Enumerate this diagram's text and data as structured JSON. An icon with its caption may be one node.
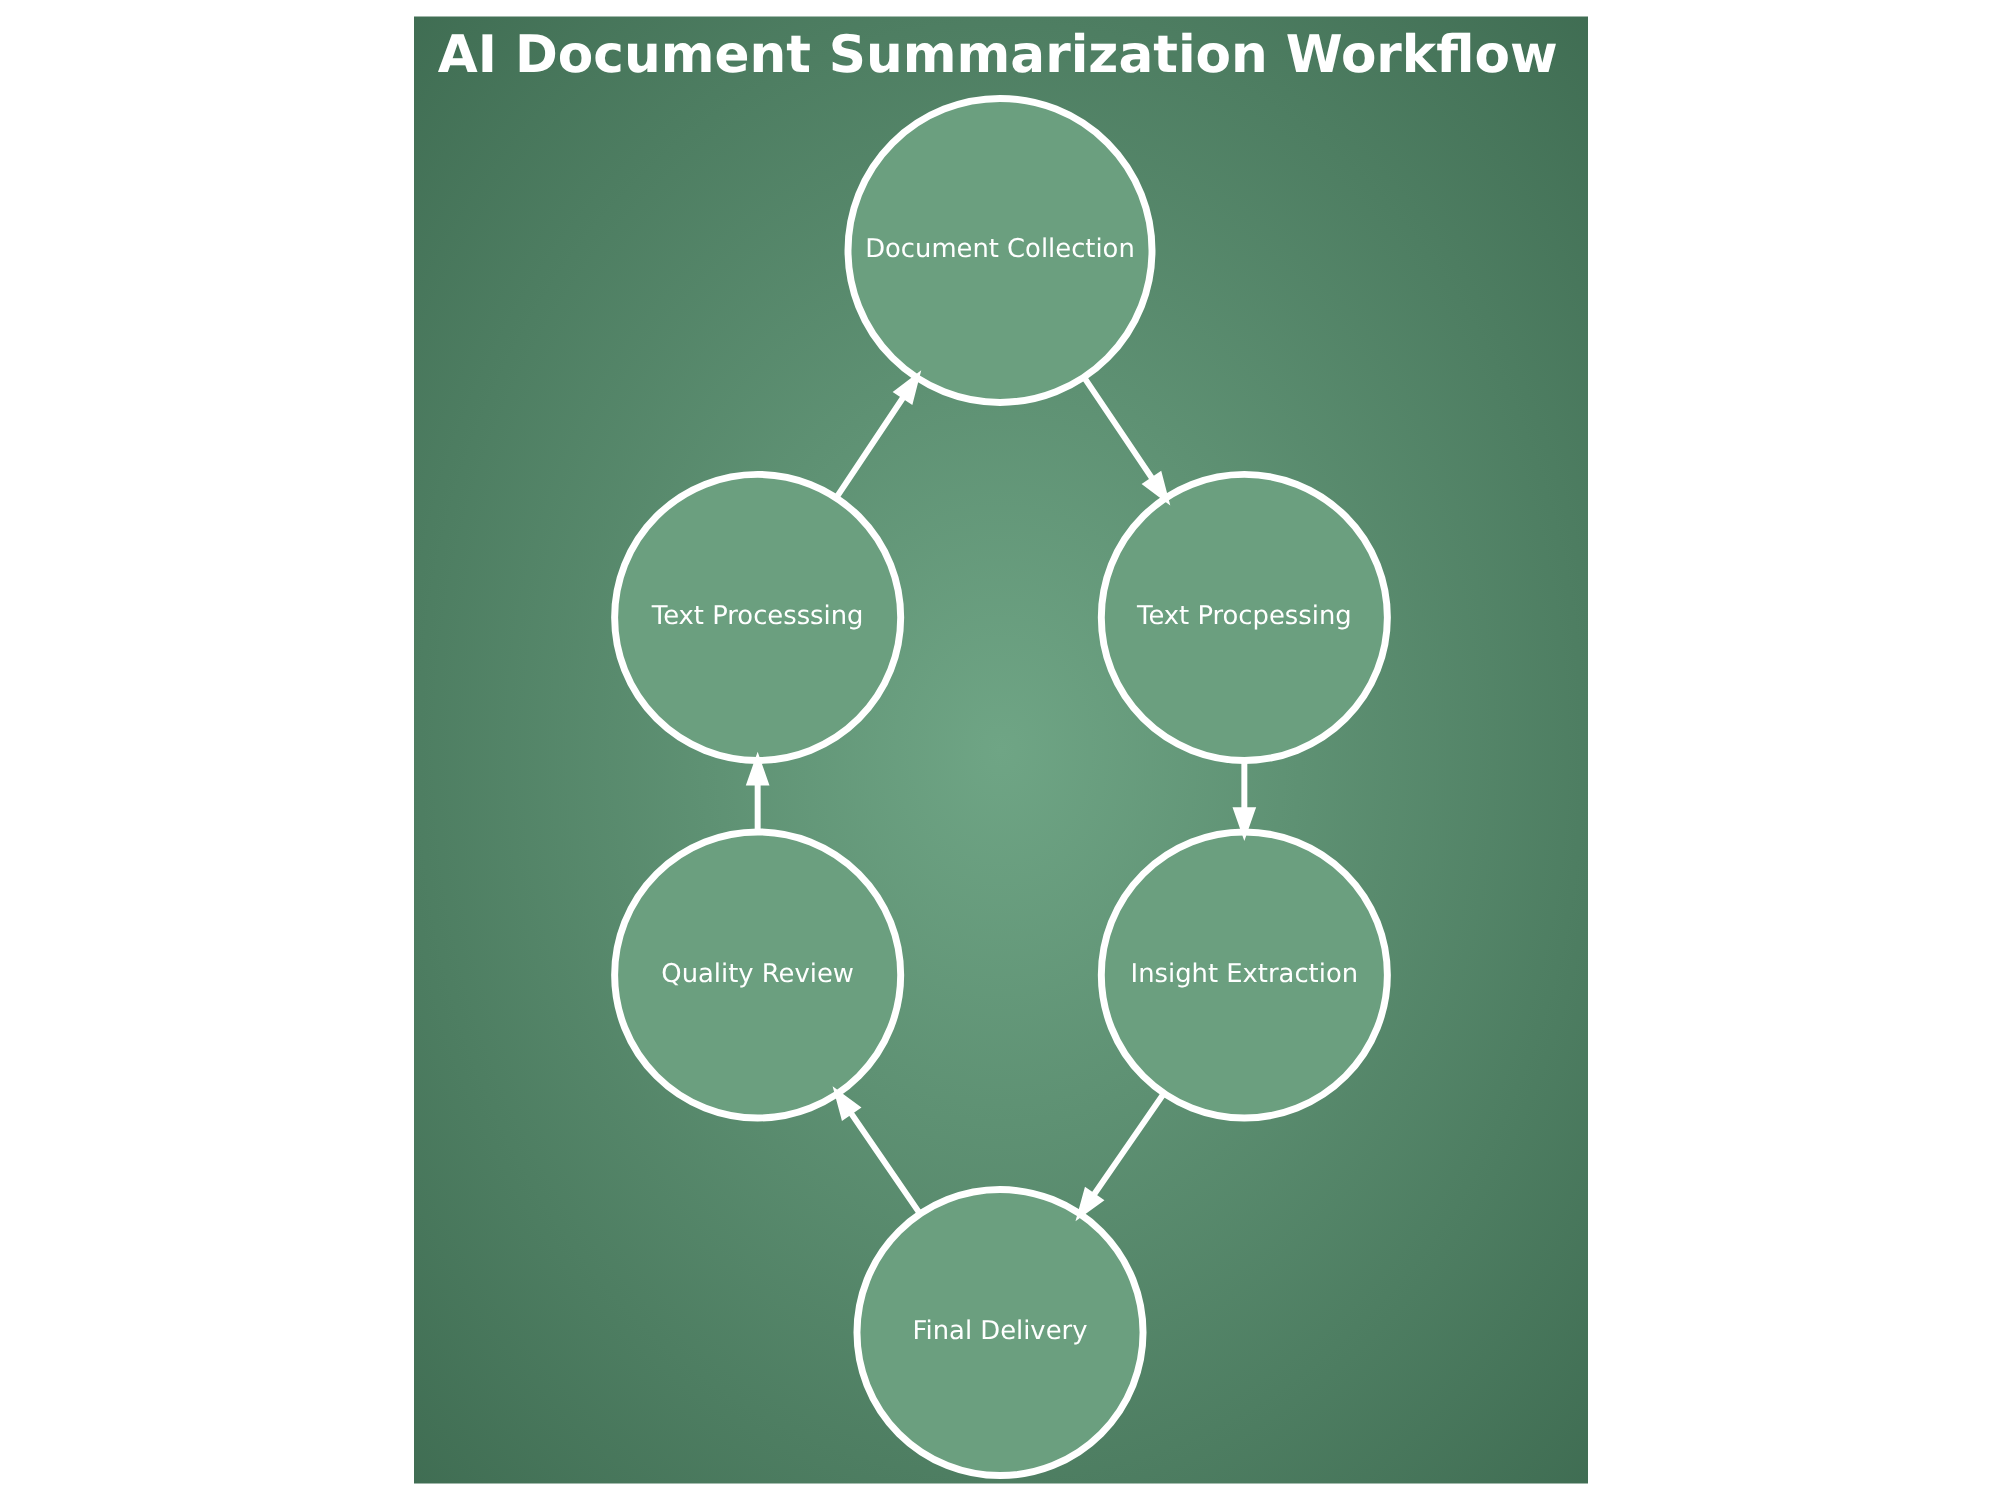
{
  "diagram": {
    "title": "AI Document Summarization Workflow",
    "nodes": [
      {
        "text": [
          "Document Collection"
        ]
      },
      {
        "text": [
          "Text Processsing"
        ]
      },
      {
        "text": [
          "Text Procpessing"
        ]
      },
      {
        "text": [
          "Quality Review"
        ]
      },
      {
        "text": [
          "Insight Extraction"
        ]
      },
      {
        "text": [
          "Final Delivery"
        ]
      }
    ],
    "edges": [
      {
        "from": 0,
        "to": 2,
        "arrow": "to"
      },
      {
        "from": 2,
        "to": 4,
        "arrow": "to"
      },
      {
        "from": 4,
        "to": 5,
        "arrow": "to"
      },
      {
        "from": 5,
        "to": 3,
        "arrow": "to"
      },
      {
        "from": 3,
        "to": 1,
        "arrow": "to"
      },
      {
        "from": 1,
        "to": 0,
        "arrow": "to"
      }
    ]
  }
}
